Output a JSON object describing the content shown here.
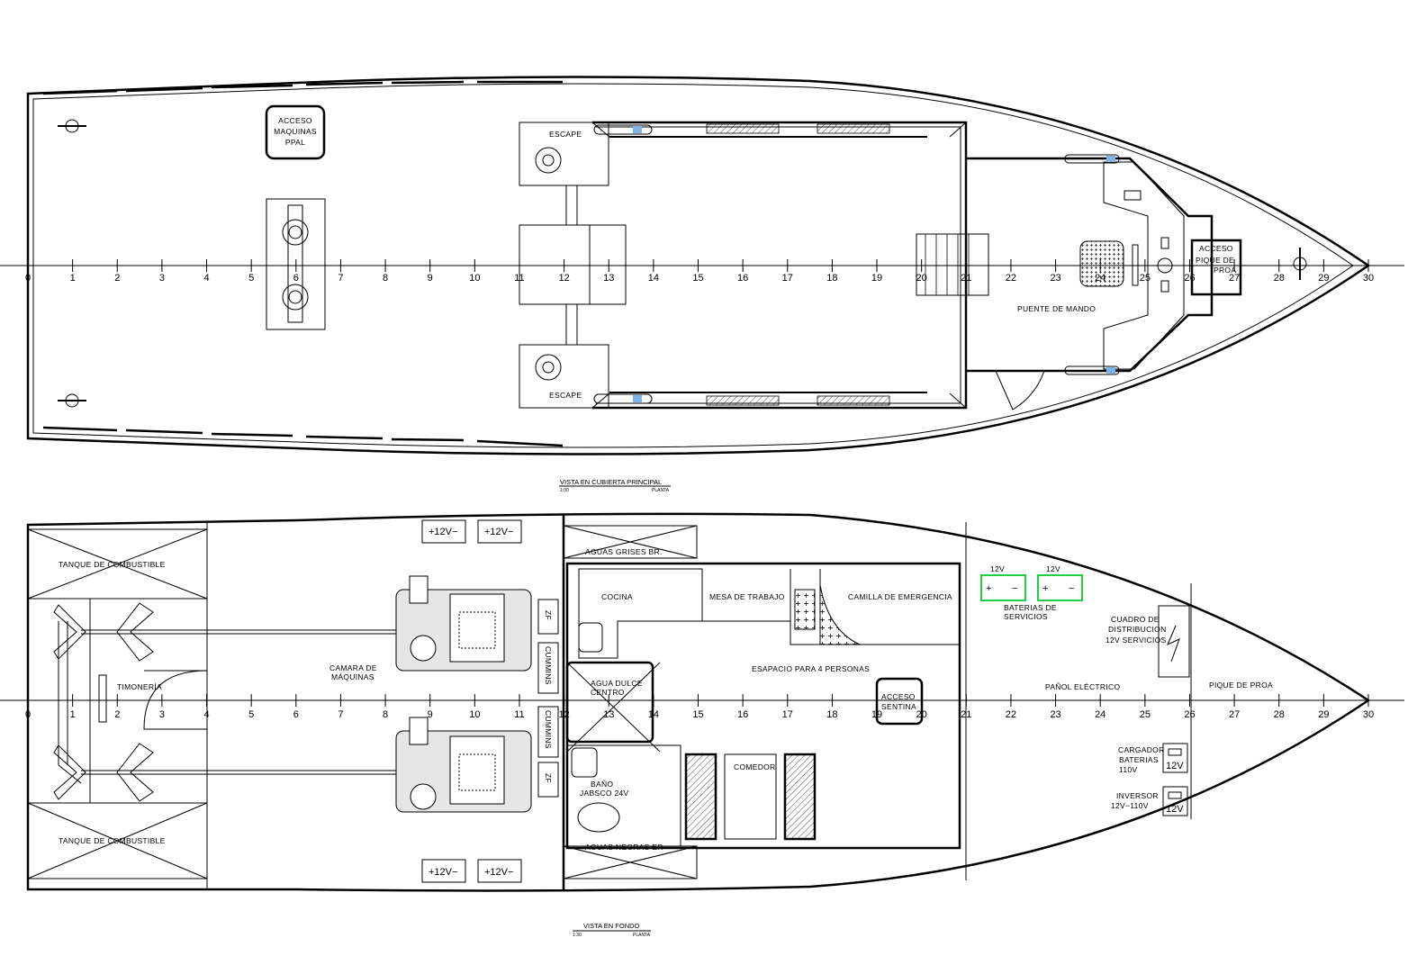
{
  "stations": [
    "0",
    "1",
    "2",
    "3",
    "4",
    "5",
    "6",
    "7",
    "8",
    "9",
    "10",
    "11",
    "12",
    "13",
    "14",
    "15",
    "16",
    "17",
    "18",
    "19",
    "20",
    "21",
    "22",
    "23",
    "24",
    "25",
    "26",
    "27",
    "28",
    "29",
    "30"
  ],
  "top_view": {
    "title": "VISTA EN CUBIERTA PRINCIPAL",
    "scale": "1:30",
    "type": "PLANTA",
    "acceso_maquinas": [
      "ACCESO",
      "MAQUINAS",
      "PPAL"
    ],
    "escape_top": "ESCAPE",
    "escape_bottom": "ESCAPE",
    "puente": "PUENTE DE MANDO",
    "acceso_pique": [
      "ACCESO",
      "PIQUE DE",
      "PROA"
    ]
  },
  "bottom_view": {
    "title": "VISTA EN FONDO",
    "scale": "1:30",
    "type": "PLANTA",
    "tanque_top": "TANQUE DE COMBUSTIBLE",
    "tanque_bottom": "TANQUE DE COMBUSTIBLE",
    "timoneria": "TIMONERÍA",
    "camara": [
      "CAMARA DE",
      "MÁQUINAS"
    ],
    "battery_labels": [
      "+12V−",
      "+12V−",
      "+12V−",
      "+12V−"
    ],
    "zf": "ZF",
    "cummins": "CUMMINS",
    "aguas_grises": "AGUAS GRISES BR.",
    "cocina": "COCINA",
    "mesa": "MESA DE TRABAJO",
    "camilla": "CAMILLA DE EMERGENCIA",
    "espacio": "ESAPACIO PARA 4 PERSONAS",
    "agua_dulce": [
      "AGUA DULCE",
      "CENTRO"
    ],
    "acceso_sentina": [
      "ACCESO",
      "SENTINA"
    ],
    "bano": [
      "BAÑO",
      "JABSCO 24V"
    ],
    "comedor": "COMEDOR",
    "aguas_negras": "AGUAS NEGRAS ER",
    "bat_12v": "12V",
    "plus": "+",
    "minus": "−",
    "baterias": [
      "BATERIAS DE",
      "SERVICIOS"
    ],
    "cuadro": [
      "CUADRO DE",
      "DISTRIBUCION",
      "12V SERVICIOS"
    ],
    "panol": "PAÑOL ELÉCTRICO",
    "pique": "PIQUE DE PROA",
    "cargador": [
      "CARGADOR",
      "BATERIAS",
      "110V"
    ],
    "inversor": [
      "INVERSOR",
      "12V−110V"
    ],
    "box_12v": "12V",
    "battery_color": "#22cc44"
  }
}
